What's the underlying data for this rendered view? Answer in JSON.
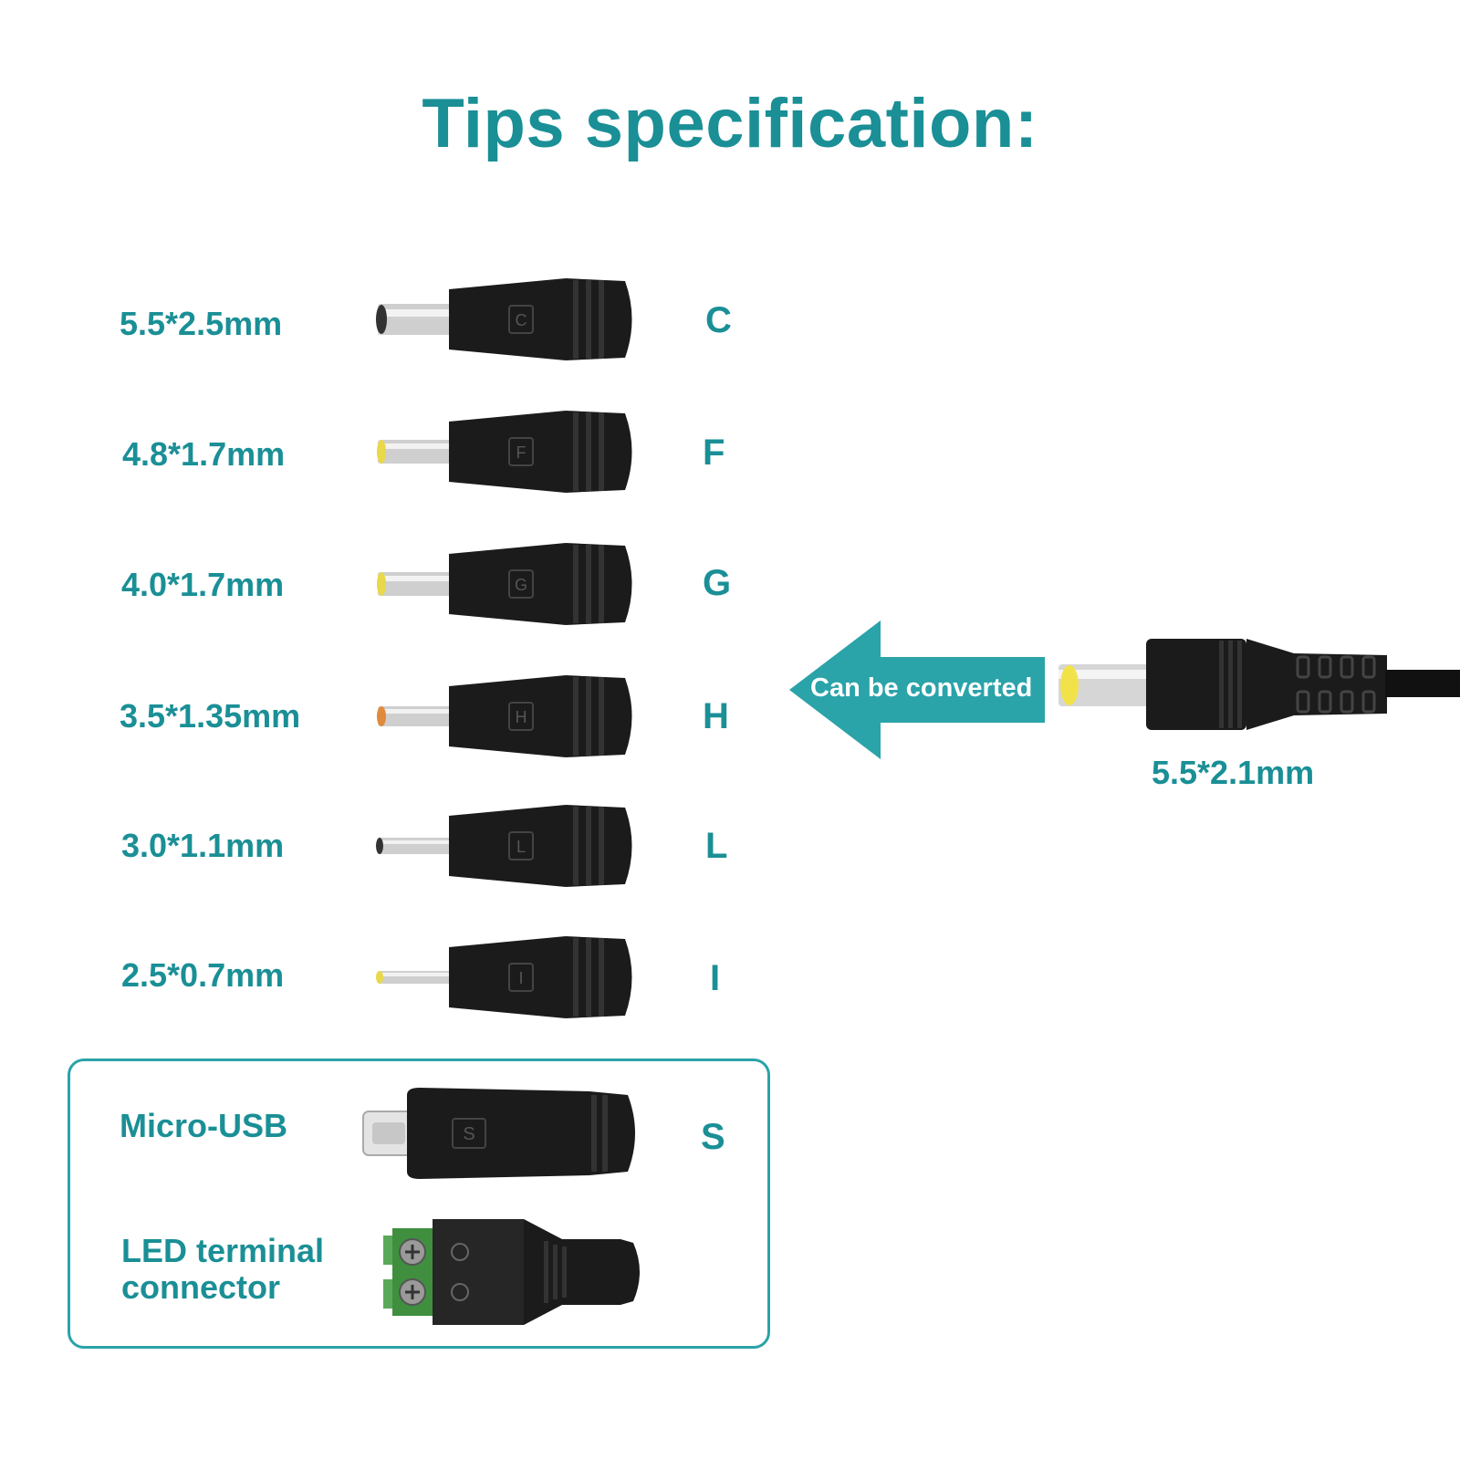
{
  "title": "Tips specification:",
  "tips": [
    {
      "size": "5.5*2.5mm",
      "code": "C",
      "tip_color": "#d9d9d9"
    },
    {
      "size": "4.8*1.7mm",
      "code": "F",
      "tip_color": "#e8d84a"
    },
    {
      "size": "4.0*1.7mm",
      "code": "G",
      "tip_color": "#e8d84a"
    },
    {
      "size": "3.5*1.35mm",
      "code": "H",
      "tip_color": "#e08a3c"
    },
    {
      "size": "3.0*1.1mm",
      "code": "L",
      "tip_color": "#d9d9d9"
    },
    {
      "size": "2.5*0.7mm",
      "code": "I",
      "tip_color": "#e8d84a"
    }
  ],
  "extras": {
    "micro_usb": {
      "label": "Micro-USB",
      "code": "S"
    },
    "led_terminal": {
      "line1": "LED  terminal",
      "line2": "connector"
    }
  },
  "conversion": {
    "arrow_text": "Can be converted",
    "source_size": "5.5*2.1mm"
  },
  "colors": {
    "accent": "#1a8f96",
    "arrow": "#2aa3a9",
    "plug": "#1b1b1b",
    "terminal_green": "#3f8f3f"
  }
}
